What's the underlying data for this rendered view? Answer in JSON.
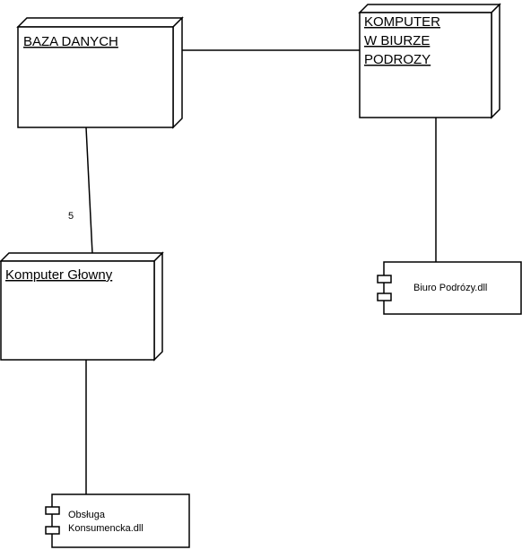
{
  "nodes": {
    "database": {
      "title": "BAZA DANYCH"
    },
    "office": {
      "title_lines": [
        "KOMPUTER ",
        "W BIURZE",
        "PODROZY"
      ]
    },
    "main": {
      "title": "Komputer Głowny"
    }
  },
  "components": {
    "biuro": {
      "label": "Biuro Podrózy.dll"
    },
    "obsluga": {
      "label_lines": [
        "Obsługa",
        "Konsumencka.dll"
      ]
    }
  },
  "edges": {
    "db_main_multiplicity": "5"
  }
}
